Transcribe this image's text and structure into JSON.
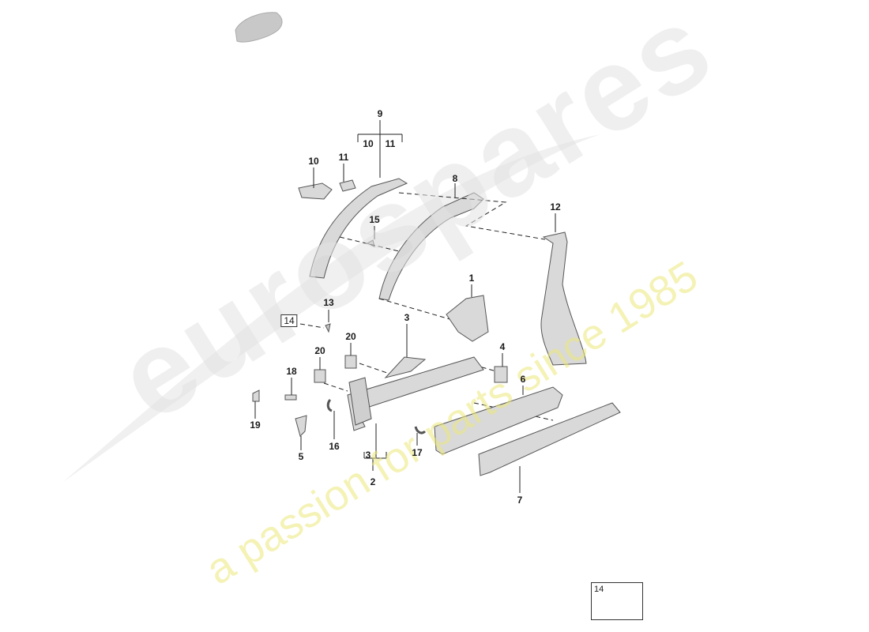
{
  "watermark": {
    "brand": "eurospares",
    "tagline": "a passion for parts since 1985"
  },
  "callouts": {
    "c1": "1",
    "c2": "2",
    "c3a": "3",
    "c3b": "3",
    "c4": "4",
    "c5": "5",
    "c6": "6",
    "c7": "7",
    "c8": "8",
    "c9": "9",
    "c10a": "10",
    "c10b": "10",
    "c11a": "11",
    "c11b": "11",
    "c12": "12",
    "c13": "13",
    "c14": "14",
    "c15": "15",
    "c16": "16",
    "c17": "17",
    "c18": "18",
    "c19": "19",
    "c20a": "20",
    "c20b": "20"
  },
  "legend": {
    "label": "14"
  },
  "colors": {
    "part_fill": "#d9d9d9",
    "part_stroke": "#555555",
    "leader": "#222222"
  }
}
